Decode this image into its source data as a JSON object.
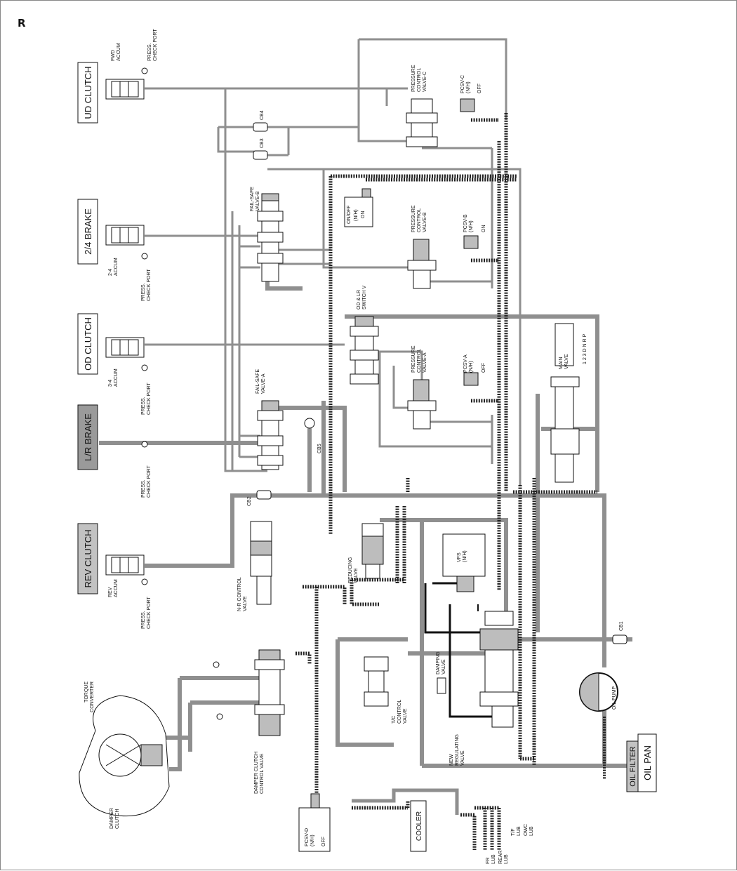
{
  "corner_mark": "R",
  "components": {
    "ud_clutch": "UD CLUTCH",
    "brake_24": "2/4 BRAKE",
    "od_clutch": "OD CLUTCH",
    "lr_brake": "L/R BRAKE",
    "rev_clutch": "REV CLUTCH",
    "oil_filter": "OIL FILTER",
    "oil_pan": "OIL PAN",
    "cooler": "COOLER"
  },
  "labels": {
    "fwd_accum_1": "FWD",
    "fwd_accum_2": "ACCUM",
    "press_check_1": "PRESS.",
    "press_check_2": "CHECK PORT",
    "accum_24_1": "2-4",
    "accum_24_2": "ACCUM",
    "accum_34_1": "3-4",
    "accum_34_2": "ACCUM",
    "rev_accum_1": "REV",
    "rev_accum_2": "ACCUM",
    "cb4": "CB4",
    "cb3": "CB3",
    "cb5": "CB5",
    "cb2": "CB2",
    "cb1": "CB1",
    "failsafe_b_1": "FAIL-SAFE",
    "failsafe_b_2": "VALVE-B",
    "failsafe_a_1": "FAIL-SAFE",
    "failsafe_a_2": "VALVE-A",
    "pcv_c_1": "PRESSURE",
    "pcv_c_2": "CONTROL",
    "pcv_c_3": "VALVE-C",
    "pcv_b_1": "PRESSURE",
    "pcv_b_2": "CONTROL",
    "pcv_b_3": "VALVE-B",
    "pcv_a_1": "PRESSURE",
    "pcv_a_2": "CONTROL",
    "pcv_a_3": "VALVE-A",
    "pcsv_c_1": "PCSV-C",
    "pcsv_c_2": "(N/H)",
    "pcsv_c_3": "OFF",
    "pcsv_b_1": "PCSV-B",
    "pcsv_b_2": "(N/H)",
    "pcsv_b_3": "ON",
    "pcsv_a_1": "PCSV-A",
    "pcsv_a_2": "(N/H)",
    "pcsv_a_3": "OFF",
    "onoff_1": "ON/OFF",
    "onoff_2": "(N/H)",
    "onoff_3": "ON",
    "od_lr_1": "OD & LR",
    "od_lr_2": "SWITCH V",
    "main_valve_1": "MAIN",
    "main_valve_2": "VALVE",
    "gear_positions": "1 2 3 D N R P",
    "nr_control_1": "N-R CONTROL",
    "nr_control_2": "VALVE",
    "reducing_1": "REDUCING",
    "reducing_2": "VALVE",
    "vfs_1": "VFS",
    "vfs_2": "(N/H)",
    "torque_conv_1": "TORQUE",
    "torque_conv_2": "CONVERTER",
    "damper_clutch_1": "DAMPER",
    "damper_clutch_2": "CLUTCH",
    "dcc_valve_1": "DAMPER CLUTCH",
    "dcc_valve_2": "CONTROL VALVE",
    "tc_control_1": "T/C",
    "tc_control_2": "CONTROL",
    "tc_control_3": "VALVE",
    "damping_1": "DAMPING",
    "damping_2": "VALVE",
    "new_reg_1": "NEW",
    "new_reg_2": "REGULATING",
    "new_reg_3": "VALVE",
    "oil_pump": "OIL PUMP",
    "pcsv_d_1": "PCSV-D",
    "pcsv_d_2": "(N/H)",
    "pcsv_d_3": "OFF",
    "lub_fr_1": "FR",
    "lub_fr_2": "LUB",
    "lub_rear_1": "REAR",
    "lub_rear_2": "LUB",
    "lub_tf_1": "T/F",
    "lub_tf_2": "LUB",
    "lub_owc_1": "OWC",
    "lub_owc_2": "LUB"
  }
}
